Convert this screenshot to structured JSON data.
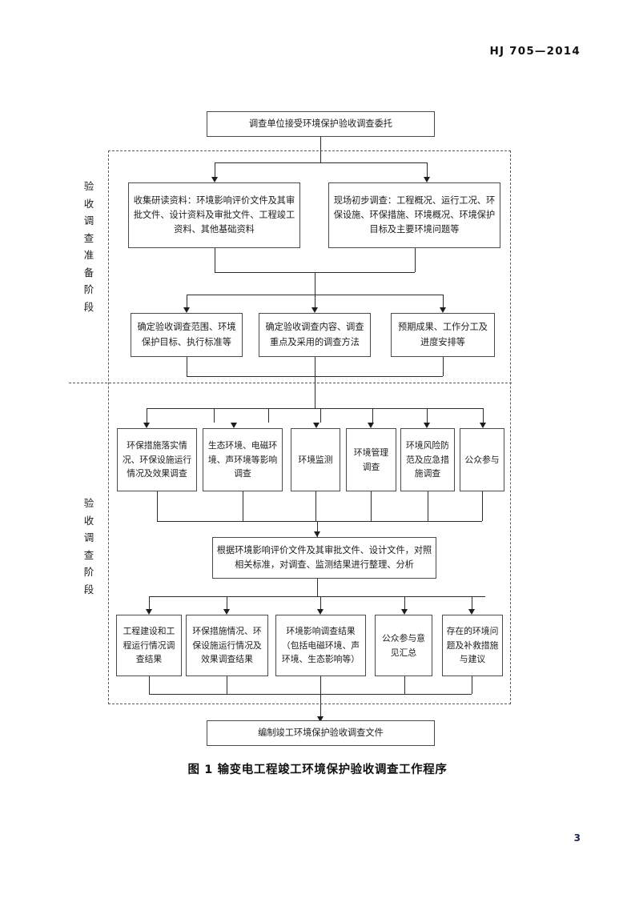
{
  "document": {
    "header_code": "HJ 705—2014",
    "page_number": "3",
    "figure_caption": "图 1   输变电工程竣工环境保护验收调查工作程序"
  },
  "flowchart": {
    "start_node": "调查单位接受环境保护验收调查委托",
    "end_node": "编制竣工环境保护验收调查文件",
    "stages": [
      {
        "id": "preparation",
        "label": "验收调查准备阶段"
      },
      {
        "id": "investigation",
        "label": "验收调查阶段"
      }
    ],
    "preparation_row1": [
      "收集研读资料：环境影响评价文件及其审批文件、设计资料及审批文件、工程竣工资料、其他基础资料",
      "现场初步调查：工程概况、运行工况、环保设施、环保措施、环境概况、环境保护目标及主要环境问题等"
    ],
    "preparation_row2": [
      "确定验收调查范围、环境保护目标、执行标准等",
      "确定验收调查内容、调查重点及采用的调查方法",
      "预期成果、工作分工及进度安排等"
    ],
    "investigation_row1": [
      "环保措施落实情况、环保设施运行情况及效果调查",
      "生态环境、电磁环境、声环境等影响调查",
      "环境监测",
      "环境管理调查",
      "环境风险防范及应急措施调查",
      "公众参与"
    ],
    "analysis_node": "根据环境影响评价文件及其审批文件、设计文件，对照相关标准，对调查、监测结果进行整理、分析",
    "investigation_row2": [
      "工程建设和工程运行情况调查结果",
      "环保措施情况、环保设施运行情况及效果调查结果",
      "环境影响调查结果（包括电磁环境、声环境、生态影响等）",
      "公众参与意见汇总",
      "存在的环境问题及补救措施与建议"
    ]
  },
  "colors": {
    "box_border": "#4a4a4a",
    "connector": "#2b2b2b",
    "dashed": "#5a5a5a",
    "text": "#1c1c1c"
  }
}
